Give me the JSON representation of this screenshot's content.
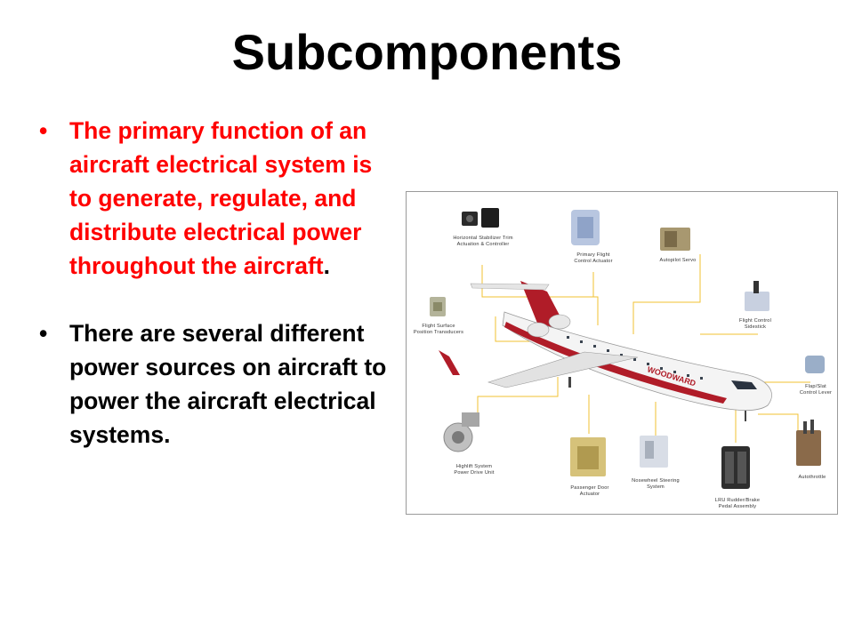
{
  "slide": {
    "title": "Subcomponents",
    "bullets": [
      {
        "text": "The primary function of an aircraft electrical system is to generate, regulate, and distribute electrical power throughout the aircraft",
        "suffix": ".",
        "color": "#ff0000"
      },
      {
        "text": "There are several different power sources on aircraft to power the aircraft electrical systems.",
        "color": "#000000"
      }
    ]
  },
  "figure": {
    "airline_logo": "WOODWARD",
    "line_color": "#f2c230",
    "components": [
      {
        "line1": "Horizontal Stabilizer Trim",
        "line2": "Actuation & Controller"
      },
      {
        "line1": "Primary Flight",
        "line2": "Control Actuator"
      },
      {
        "line1": "Autopilot Servo",
        "line2": ""
      },
      {
        "line1": "Flight Control",
        "line2": "Sidestick"
      },
      {
        "line1": "Flight Surface",
        "line2": "Position Transducers"
      },
      {
        "line1": "Flap/Slat",
        "line2": "Control Lever"
      },
      {
        "line1": "Highlift System",
        "line2": "Power Drive Unit"
      },
      {
        "line1": "Passenger Door",
        "line2": "Actuator"
      },
      {
        "line1": "Nosewheel Steering",
        "line2": "System"
      },
      {
        "line1": "LRU Rudder/Brake",
        "line2": "Pedal Assembly"
      },
      {
        "line1": "Autothrottle",
        "line2": ""
      }
    ]
  }
}
